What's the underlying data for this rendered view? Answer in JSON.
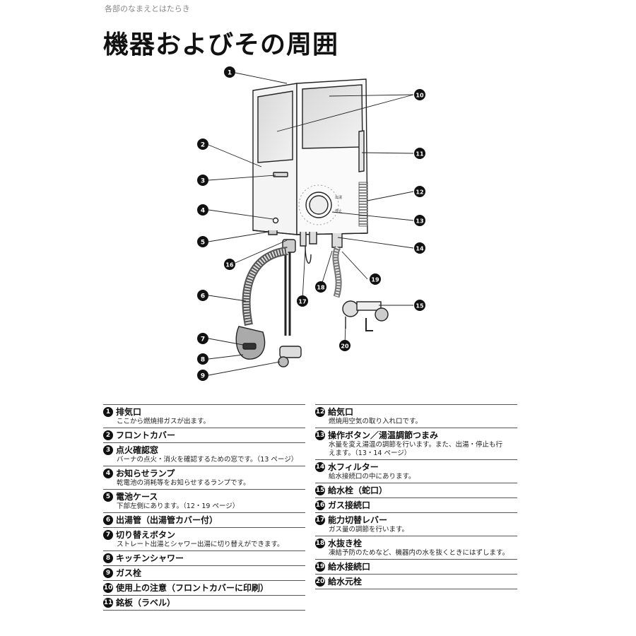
{
  "header": {
    "section": "各部のなまえとはたらき",
    "title": "機器およびその周囲"
  },
  "figure": {
    "callouts": [
      "1",
      "2",
      "3",
      "4",
      "5",
      "6",
      "7",
      "8",
      "9",
      "10",
      "11",
      "12",
      "13",
      "14",
      "15",
      "16",
      "17",
      "18",
      "19",
      "20"
    ],
    "dial_labels": [
      "出湯",
      "停止"
    ]
  },
  "legend_left": [
    {
      "num": "1",
      "title": "排気口",
      "desc": [
        "ここから燃焼排ガスが出ます。"
      ]
    },
    {
      "num": "2",
      "title": "フロントカバー",
      "desc": []
    },
    {
      "num": "3",
      "title": "点火確認窓",
      "desc": [
        "バーナの点火・消火を確認するための窓です。（13 ページ）"
      ]
    },
    {
      "num": "4",
      "title": "お知らせランプ",
      "desc": [
        "乾電池の消耗等をお知らせするランプです。"
      ]
    },
    {
      "num": "5",
      "title": "電池ケース",
      "desc": [
        "下部左側にあります。（12・19 ページ）"
      ]
    },
    {
      "num": "6",
      "title": "出湯管（出湯管カバー付）",
      "desc": []
    },
    {
      "num": "7",
      "title": "切り替えボタン",
      "desc": [
        "ストレート出湯とシャワー出湯に切り替えができます。"
      ]
    },
    {
      "num": "8",
      "title": "キッチンシャワー",
      "desc": []
    },
    {
      "num": "9",
      "title": "ガス栓",
      "desc": []
    },
    {
      "num": "10",
      "title": "使用上の注意（フロントカバーに印刷）",
      "desc": []
    },
    {
      "num": "11",
      "title": "銘板（ラベル）",
      "desc": []
    }
  ],
  "legend_right": [
    {
      "num": "12",
      "title": "給気口",
      "desc": [
        "燃焼用空気の取り入れ口です。"
      ]
    },
    {
      "num": "13",
      "title": "操作ボタン／湯温調節つまみ",
      "desc": [
        "水量を変え湯温の調節を行います。また、出湯・停止も行",
        "えます。（13・14 ページ）"
      ]
    },
    {
      "num": "14",
      "title": "水フィルター",
      "desc": [
        "給水接続口の中にあります。"
      ]
    },
    {
      "num": "15",
      "title": "給水栓（蛇口）",
      "desc": []
    },
    {
      "num": "16",
      "title": "ガス接続口",
      "desc": []
    },
    {
      "num": "17",
      "title": "能力切替レバー",
      "desc": [
        "ガス量の調節を行います。"
      ]
    },
    {
      "num": "18",
      "title": "水抜き栓",
      "desc": [
        "凍結予防のためなど、機器内の水を抜くときにはずします。"
      ]
    },
    {
      "num": "19",
      "title": "給水接続口",
      "desc": []
    },
    {
      "num": "20",
      "title": "給水元栓",
      "desc": []
    }
  ]
}
